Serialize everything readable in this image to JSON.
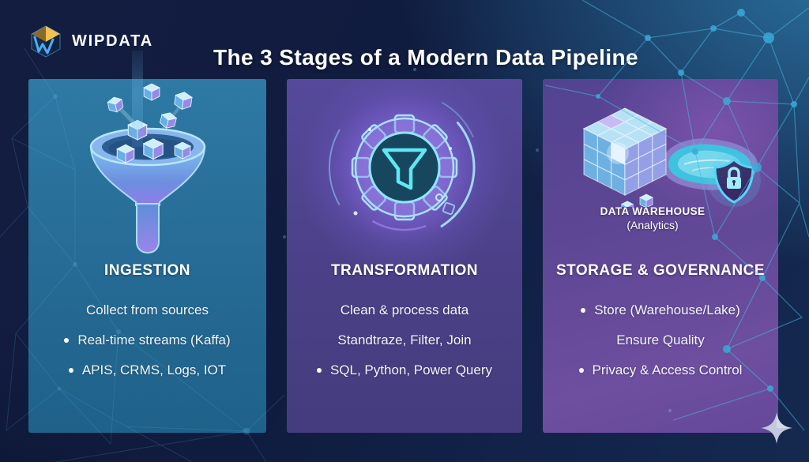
{
  "header": {
    "brand": "WIPDATA",
    "title": "The 3 Stages of a Modern Data Pipeline"
  },
  "cards": [
    {
      "id": "ingestion",
      "title": "INGESTION",
      "icon": "funnel-cubes-icon",
      "lines": [
        {
          "text": "Collect from sources",
          "bullet": false
        },
        {
          "text": "Real-time streams (Kaffa)",
          "bullet": true
        },
        {
          "text": "APIS, CRMS, Logs, IOT",
          "bullet": true
        }
      ]
    },
    {
      "id": "transformation",
      "title": "TRANSFORMATION",
      "icon": "gear-funnel-icon",
      "lines": [
        {
          "text": "Clean & process data",
          "bullet": false
        },
        {
          "text": "Standtraze, Filter, Join",
          "bullet": false
        },
        {
          "text": "SQL, Python, Power Query",
          "bullet": true
        }
      ]
    },
    {
      "id": "storage-governance",
      "title": "STORAGE & GOVERNANCE",
      "icon": "data-warehouse-lake-shield-icon",
      "caption": {
        "line1": "DATA WAREHOUSE",
        "line2": "(Analytics)"
      },
      "lines": [
        {
          "text": "Store (Warehouse/Lake)",
          "bullet": true
        },
        {
          "text": "Ensure Quality",
          "bullet": false
        },
        {
          "text": "Privacy & Access Control",
          "bullet": true
        }
      ]
    }
  ],
  "decor": {
    "sparkle_icon": "four-point-star-icon",
    "background_motif": "network-plexus",
    "palette": {
      "background_dark": "#0f1b3c",
      "background_light": "#22638f",
      "card_ingestion": "#266d96",
      "card_transformation": "#4b4089",
      "card_storage": "#5d4794",
      "accent_cyan": "#49b6e4",
      "accent_gold": "#f2c14e"
    }
  }
}
